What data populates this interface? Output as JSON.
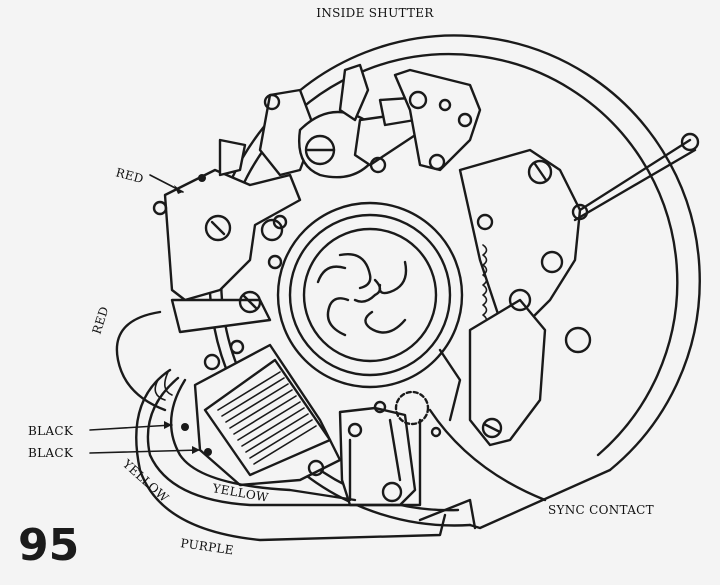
{
  "title": "INSIDE SHUTTER",
  "page_number": "95",
  "labels": {
    "red_top": "RED",
    "red_left": "RED",
    "black_1": "BLACK",
    "black_2": "BLACK",
    "yellow_left": "YELLOW",
    "yellow_center": "YELLOW",
    "purple": "PURPLE",
    "sync_contact": "SYNC CONTACT"
  }
}
